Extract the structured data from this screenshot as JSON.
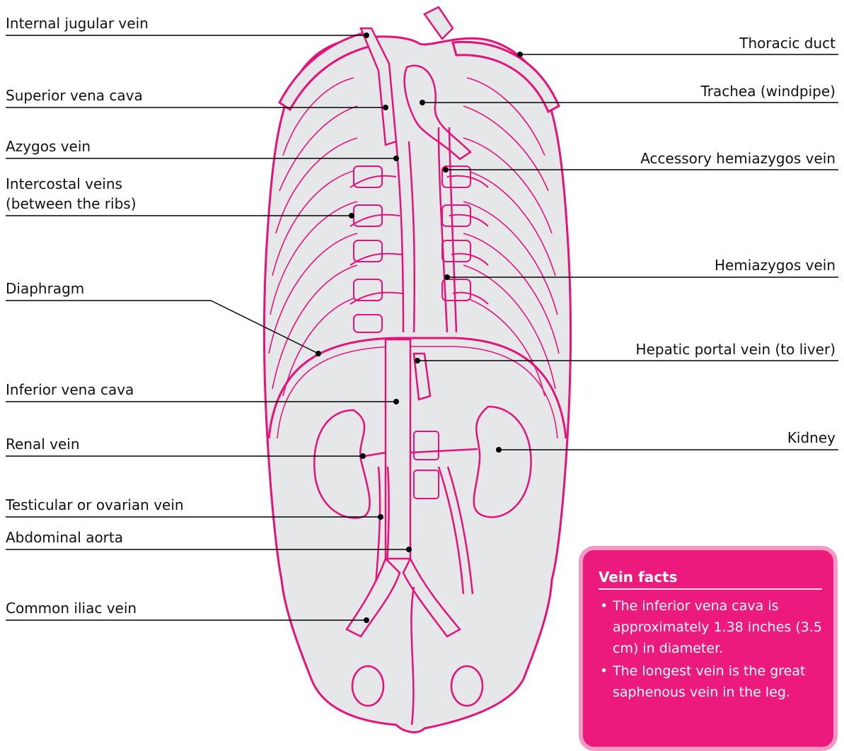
{
  "colors": {
    "outline": "#e6117a",
    "fill": "#e6e7e8",
    "facts_bg": "#ed1a7e",
    "facts_border": "#f39ac4",
    "leader": "#000000"
  },
  "labels": {
    "internal_jugular_vein": "Internal jugular vein",
    "superior_vena_cava": "Superior vena cava",
    "azygos_vein": "Azygos vein",
    "intercostal_veins": "Intercostal veins\n(between the ribs)",
    "diaphragm": "Diaphragm",
    "inferior_vena_cava": "Inferior vena cava",
    "renal_vein": "Renal vein",
    "testicular_or_ovarian_vein": "Testicular or ovarian vein",
    "abdominal_aorta": "Abdominal aorta",
    "common_iliac_vein": "Common iliac vein",
    "thoracic_duct": "Thoracic duct",
    "trachea": "Trachea (windpipe)",
    "accessory_hemiazygos_vein": "Accessory hemiazygos vein",
    "hemiazygos_vein": "Hemiazygos vein",
    "hepatic_portal_vein": "Hepatic portal vein (to liver)",
    "kidney": "Kidney"
  },
  "facts": {
    "title": "Vein facts",
    "items": [
      "The inferior vena cava is approximately 1.38 inches (3.5 cm) in diameter.",
      "The longest vein is the great saphenous vein in the leg."
    ]
  }
}
